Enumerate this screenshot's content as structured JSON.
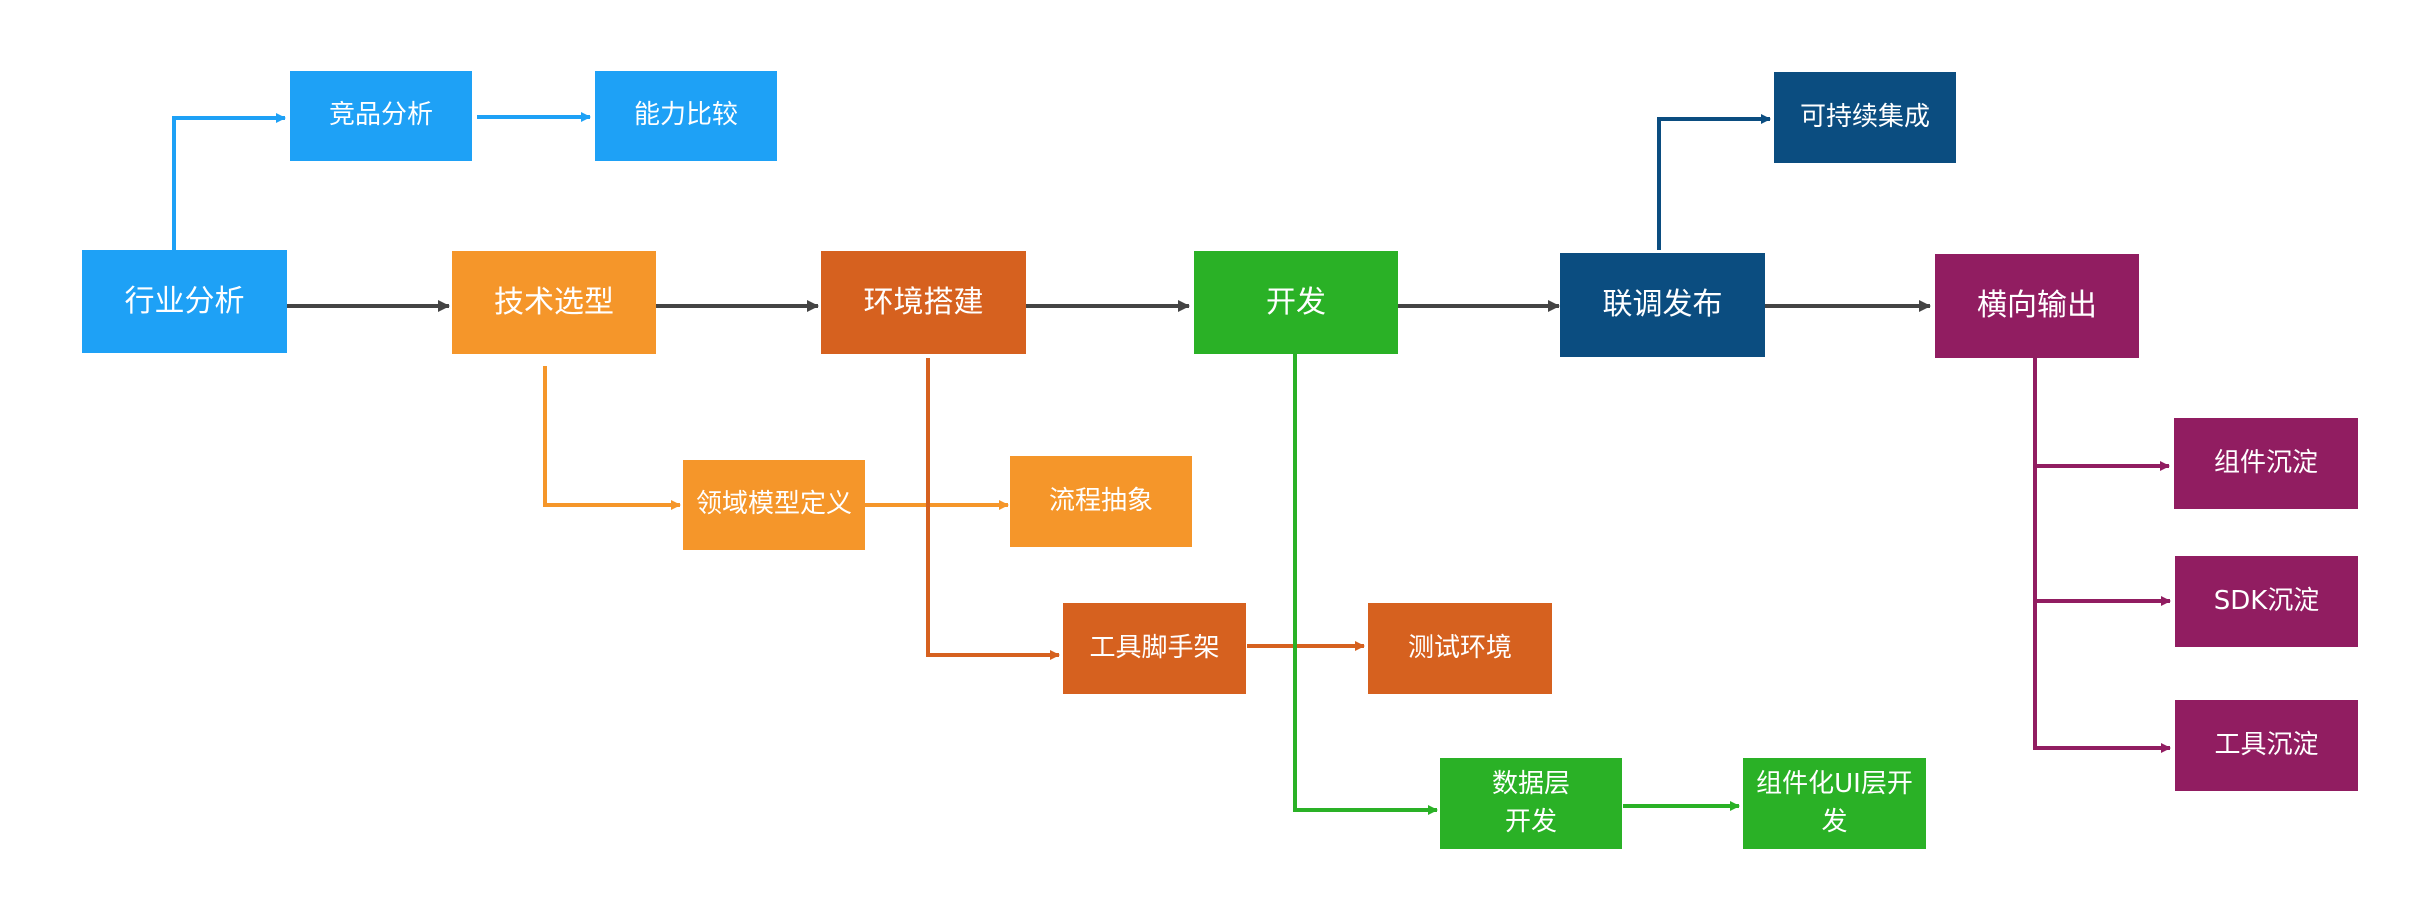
{
  "colors": {
    "blue": "#1ea1f6",
    "orange": "#f5962a",
    "rust": "#d6611f",
    "green": "#2ab126",
    "navy": "#0b4d80",
    "plum": "#911d61",
    "gray_arrow": "#444444"
  },
  "nodes": {
    "industry_analysis": "行业分析",
    "competitor_analysis": "竞品分析",
    "capability_compare": "能力比较",
    "tech_selection": "技术选型",
    "domain_model": "领域模型定义",
    "process_abstraction": "流程抽象",
    "env_setup": "环境搭建",
    "tool_scaffold": "工具脚手架",
    "test_env": "测试环境",
    "develop": "开发",
    "data_layer_dev": "数据层\n开发",
    "component_ui_dev": "组件化UI层开\n发",
    "integration_release": "联调发布",
    "continuous_integration": "可持续集成",
    "horizontal_output": "横向输出",
    "component_precipitation": "组件沉淀",
    "sdk_precipitation": "SDK沉淀",
    "tool_precipitation": "工具沉淀"
  }
}
